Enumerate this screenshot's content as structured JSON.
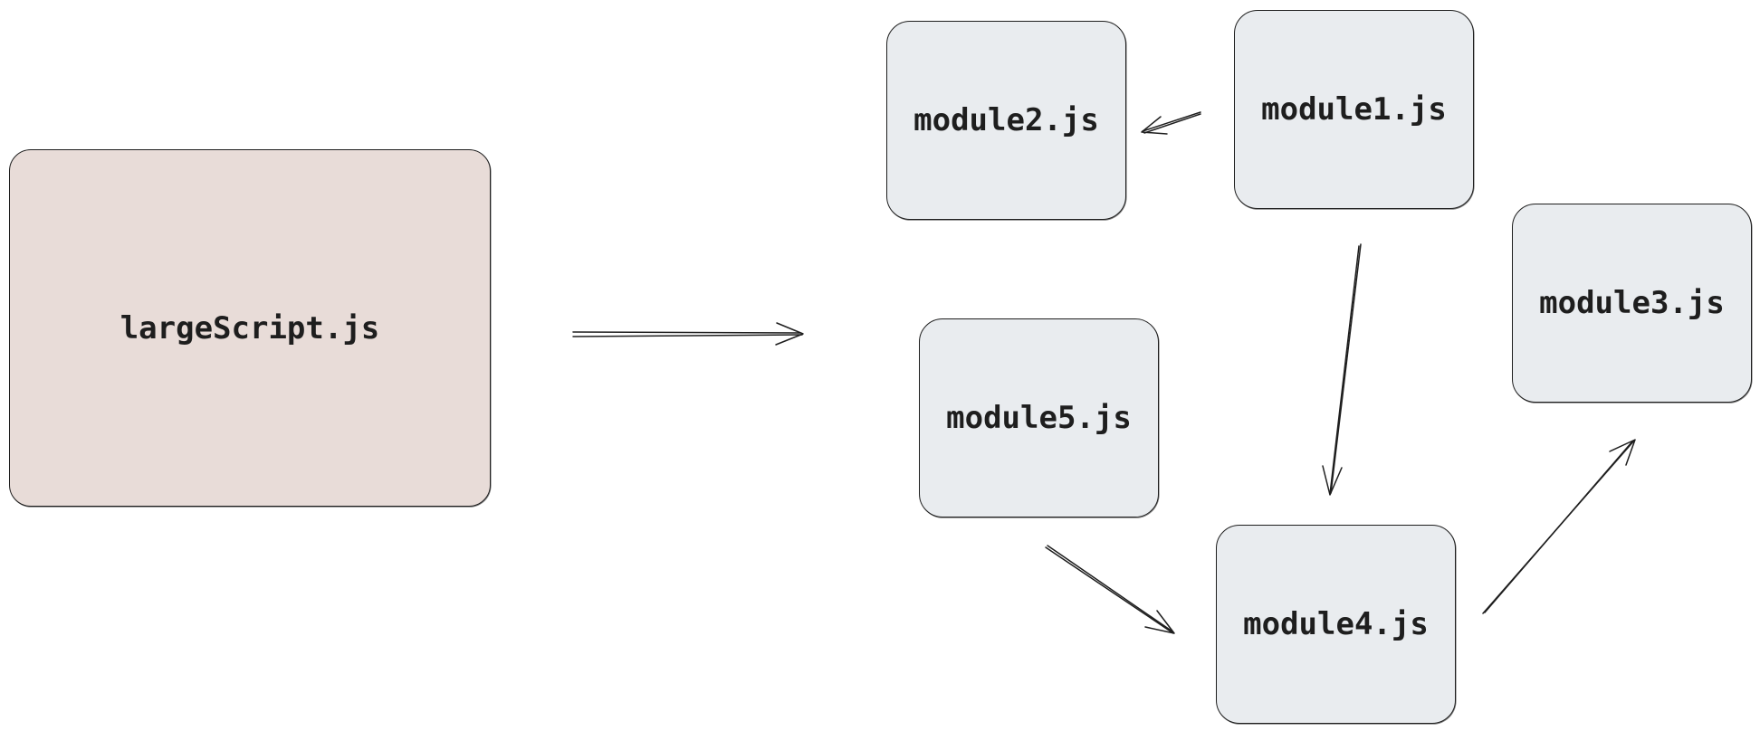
{
  "diagram": {
    "colors": {
      "source_fill": "#e8dcd8",
      "module_fill": "#e9ecef",
      "stroke": "#1e1e1e"
    },
    "nodes": {
      "large_script": {
        "label": "largeScript.js"
      },
      "module1": {
        "label": "module1.js"
      },
      "module2": {
        "label": "module2.js"
      },
      "module3": {
        "label": "module3.js"
      },
      "module4": {
        "label": "module4.js"
      },
      "module5": {
        "label": "module5.js"
      }
    },
    "edges": [
      {
        "from": "largeScript.js",
        "to": "modules"
      },
      {
        "from": "module1.js",
        "to": "module2.js"
      },
      {
        "from": "module1.js",
        "to": "module4.js"
      },
      {
        "from": "module5.js",
        "to": "module4.js"
      },
      {
        "from": "module4.js",
        "to": "module3.js"
      }
    ]
  }
}
